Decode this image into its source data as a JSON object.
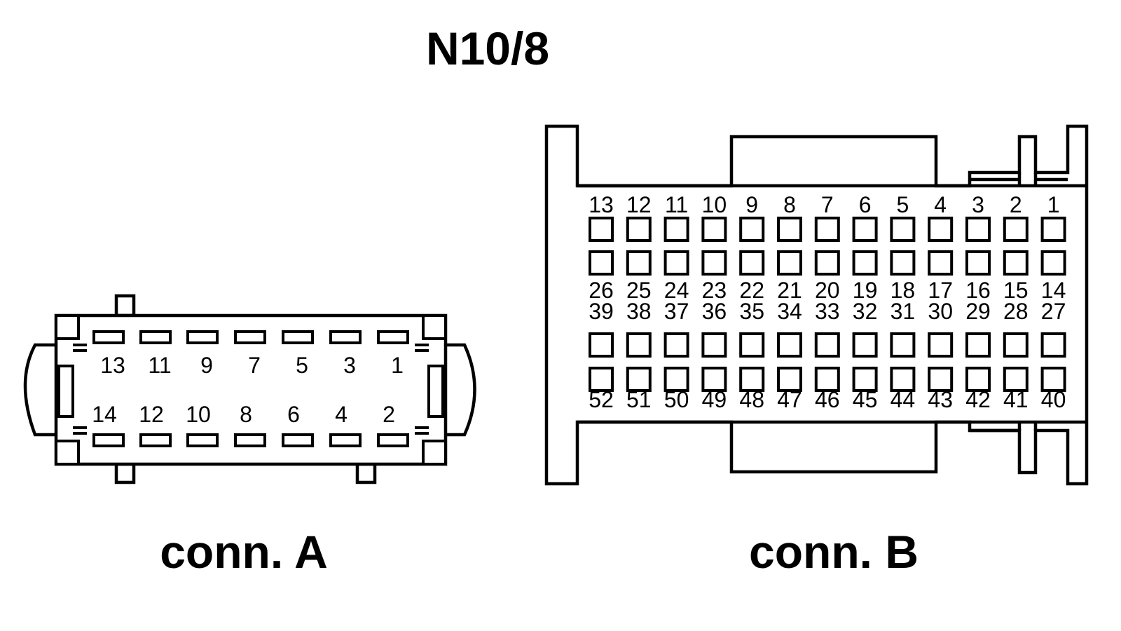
{
  "title": "N10/8",
  "connectors": {
    "a": {
      "label": "conn. A",
      "top_row": [
        "13",
        "11",
        "9",
        "7",
        "5",
        "3",
        "1"
      ],
      "bottom_row": [
        "14",
        "12",
        "10",
        "8",
        "6",
        "4",
        "2"
      ]
    },
    "b": {
      "label": "conn. B",
      "rows": [
        [
          "13",
          "12",
          "11",
          "10",
          "9",
          "8",
          "7",
          "6",
          "5",
          "4",
          "3",
          "2",
          "1"
        ],
        [
          "26",
          "25",
          "24",
          "23",
          "22",
          "21",
          "20",
          "19",
          "18",
          "17",
          "16",
          "15",
          "14"
        ],
        [
          "39",
          "38",
          "37",
          "36",
          "35",
          "34",
          "33",
          "32",
          "31",
          "30",
          "29",
          "28",
          "27"
        ],
        [
          "52",
          "51",
          "50",
          "49",
          "48",
          "47",
          "46",
          "45",
          "44",
          "43",
          "42",
          "41",
          "40"
        ]
      ]
    }
  }
}
